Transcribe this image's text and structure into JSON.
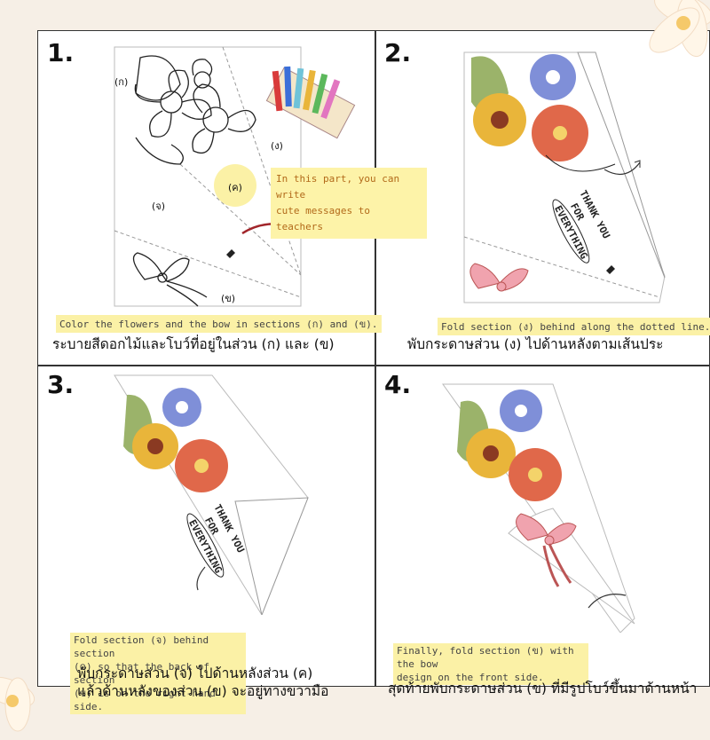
{
  "steps": [
    {
      "num": "1.",
      "caption_en": "Color the flowers and the bow in sections (ก) and (ข).",
      "caption_th": "ระบายสีดอกไม้และโบว์ที่อยู่ในส่วน (ก) และ (ข)"
    },
    {
      "num": "2.",
      "caption_en": "Fold section (ง) behind along the dotted line.",
      "caption_th": "พับกระดาษส่วน (ง) ไปด้านหลังตามเส้นประ"
    },
    {
      "num": "3.",
      "caption_en_lines": [
        "Fold section (จ) behind section",
        "(ค) so that the back of section",
        "(ข) is on the right-hand side."
      ],
      "caption_th_lines": [
        "พับกระดาษส่วน (จ) ไปด้านหลังส่วน (ค)",
        "แล้วด้านหลังของส่วน (ข) จะอยู่ทางขวามือ"
      ]
    },
    {
      "num": "4.",
      "caption_en_lines": [
        "Finally, fold section (ข) with the bow",
        "design on the front side."
      ],
      "caption_th": "สุดท้ายพับกระดาษส่วน (ข) ที่มีรูปโบว์ขึ้นมาด้านหน้า"
    }
  ],
  "section_labels": {
    "ka": "(ก)",
    "kho": "(ข)",
    "kha": "(ค)",
    "ngo": "(ง)",
    "cho": "(จ)"
  },
  "note_lines": [
    "In this part, you can write",
    "cute messages to teachers"
  ],
  "card_text": {
    "line1": "THANK YOU",
    "line2": "FOR",
    "line3": "EVERYTHING"
  },
  "colors": {
    "flower_blue": "#7f8fd8",
    "flower_red": "#e0684a",
    "flower_yellow": "#e9b53a",
    "leaf": "#9bb36a",
    "bow_pink": "#f0a3ae",
    "highlight": "#fbf1a6",
    "arrow": "#a1252a"
  }
}
